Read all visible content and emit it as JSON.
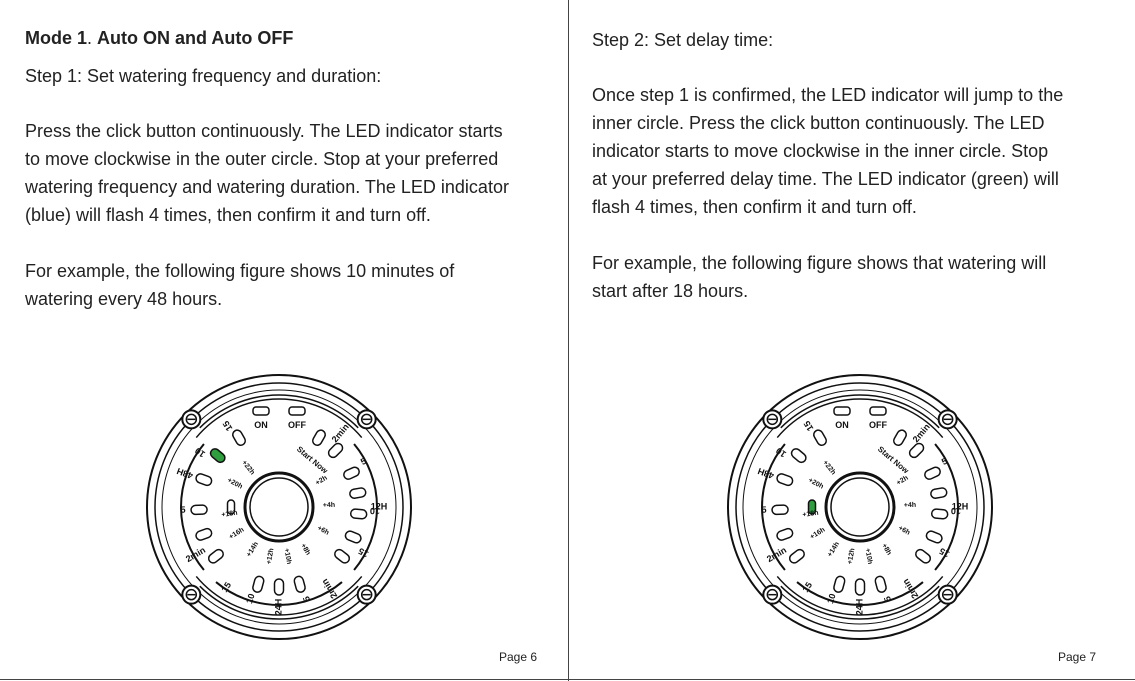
{
  "left": {
    "title_prefix": "Mode 1",
    "title_sep": ". ",
    "title_main": "Auto ON and Auto OFF",
    "step": "Step 1: Set watering frequency and duration:",
    "para1_lines": [
      "Press the click button continuously. The LED indicator starts",
      "to move clockwise in the outer circle. Stop at your preferred",
      "watering frequency and watering duration. The LED indicator",
      "(blue) will flash 4 times, then confirm it and turn off."
    ],
    "para2_lines": [
      "For example, the following figure shows 10 minutes of",
      "watering every 48 hours."
    ],
    "page_number": "Page 6"
  },
  "right": {
    "step": "Step 2: Set delay time:",
    "para1_lines": [
      "Once step 1 is confirmed, the LED indicator will jump to the",
      "inner circle. Press the click button continuously. The LED",
      "indicator starts to move clockwise in the inner circle. Stop",
      "at your preferred delay time. The LED indicator (green) will",
      "flash 4 times, then confirm it and turn off."
    ],
    "para2_lines": [
      "For example, the following figure shows that watering will",
      "start after 18 hours."
    ],
    "page_number": "Page 7"
  },
  "dial": {
    "on_label": "ON",
    "off_label": "OFF",
    "start_now_label": "Start Now",
    "outer_labels": [
      "2min",
      "5",
      "12H",
      "10",
      "15",
      "2min",
      "5",
      "10",
      "24H",
      "15",
      "2min",
      "5",
      "48H",
      "10",
      "15"
    ],
    "inner_labels": [
      "+2h",
      "+4h",
      "+6h",
      "+8h",
      "+10h",
      "+12h",
      "+14h",
      "+16h",
      "+18h",
      "+20h",
      "+22h"
    ],
    "led_active_color": "#2e9e3e",
    "left_active_led": "outer-10-48H",
    "right_active_led": "inner-18h"
  }
}
